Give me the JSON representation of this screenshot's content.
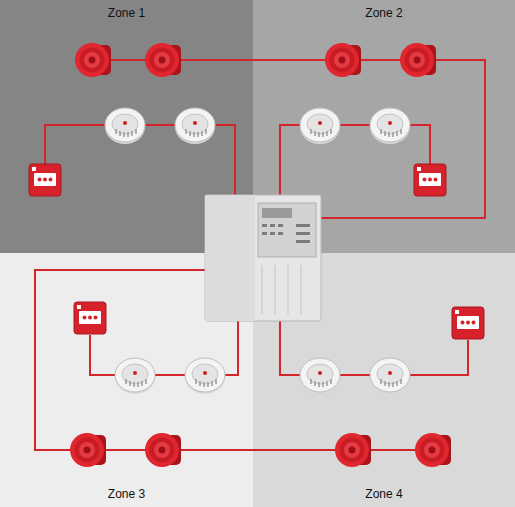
{
  "diagram": {
    "nodes": [
      {
        "text": [
          "Zone 1"
        ]
      },
      {
        "text": [
          "Zone 2"
        ]
      },
      {
        "text": [
          "Zone 3"
        ]
      },
      {
        "text": [
          "Zone 4"
        ]
      }
    ]
  }
}
